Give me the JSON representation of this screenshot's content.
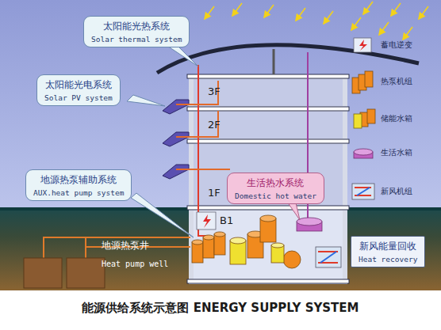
{
  "diagram": {
    "caption": "能源供给系统示意图 ENERGY SUPPLY SYSTEM",
    "nodes": [
      {
        "text": [
          "太阳能光热系统",
          "Solar thermal system"
        ]
      },
      {
        "text": [
          "太阳能光电系统",
          "Solar PV system"
        ]
      },
      {
        "text": [
          "地源热泵辅助系统",
          "AUX.heat pump system"
        ]
      },
      {
        "text": [
          "生活热水系统",
          "Domestic hot water"
        ]
      },
      {
        "text": [
          "新风能量回收",
          "Heat recovery"
        ]
      }
    ],
    "labels": [
      "3F",
      "2F",
      "1F",
      "B1",
      "地源热泵井",
      "Heat pump well"
    ],
    "legend": [
      {
        "text": "蓄电逆变"
      },
      {
        "text": "热泵机组"
      },
      {
        "text": "储能水箱"
      },
      {
        "text": "生活水箱"
      },
      {
        "text": "新风机组"
      }
    ]
  }
}
